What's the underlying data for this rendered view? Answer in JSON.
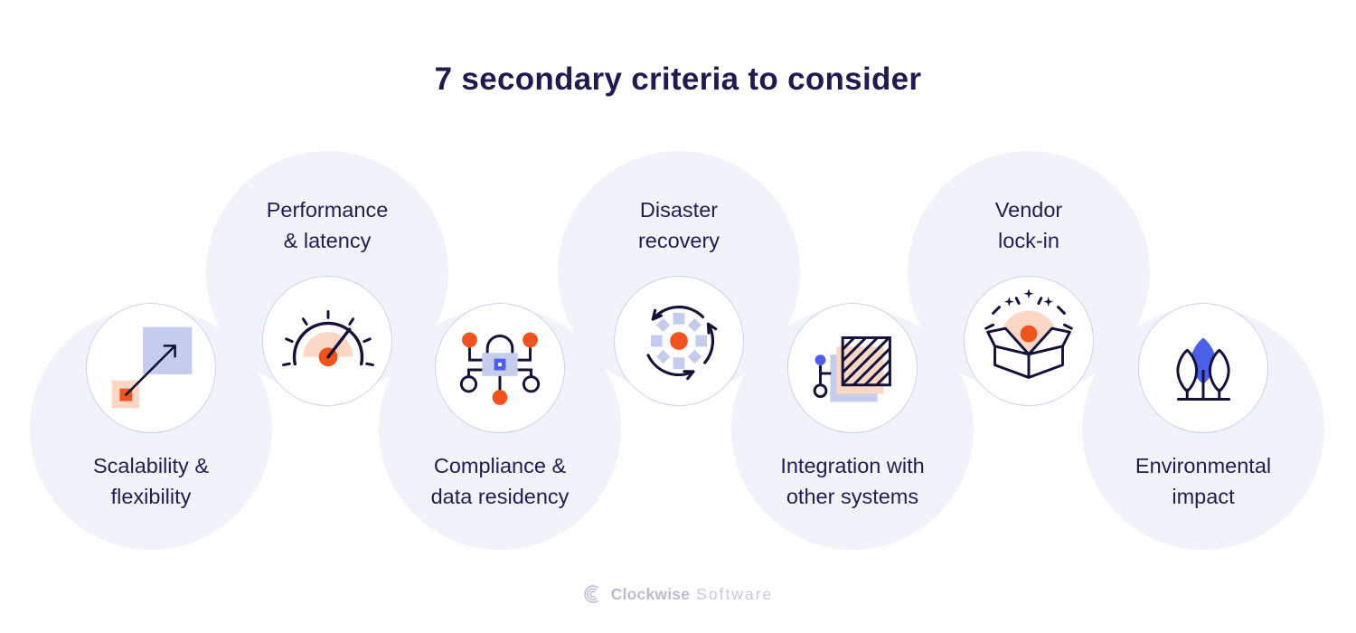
{
  "title": "7 secondary criteria to consider",
  "items": [
    {
      "label_line1": "Scalability &",
      "label_line2": "flexibility",
      "icon": "scale-arrow-icon",
      "position": "low"
    },
    {
      "label_line1": "Performance",
      "label_line2": "& latency",
      "icon": "gauge-icon",
      "position": "high"
    },
    {
      "label_line1": "Compliance &",
      "label_line2": "data residency",
      "icon": "lock-network-icon",
      "position": "low"
    },
    {
      "label_line1": "Disaster",
      "label_line2": "recovery",
      "icon": "recovery-cycle-icon",
      "position": "high"
    },
    {
      "label_line1": "Integration with",
      "label_line2": "other systems",
      "icon": "stacked-squares-branch-icon",
      "position": "low"
    },
    {
      "label_line1": "Vendor",
      "label_line2": "lock-in",
      "icon": "open-box-icon",
      "position": "high"
    },
    {
      "label_line1": "Environmental",
      "label_line2": "impact",
      "icon": "trees-icon",
      "position": "low"
    }
  ],
  "footer": {
    "brand_primary": "Clockwise",
    "brand_secondary": "Software"
  },
  "colors": {
    "navy_text": "#1e1b4e",
    "icon_stroke": "#13133a",
    "orange": "#f2551f",
    "peach": "#fcd7c5",
    "lavender": "#c6cdec",
    "royal_blue": "#4c5fe8",
    "pale_circle": "#f0f3fa",
    "icon_circle_border": "#c8d3ef",
    "logo_gray": "#c3c6d8"
  }
}
